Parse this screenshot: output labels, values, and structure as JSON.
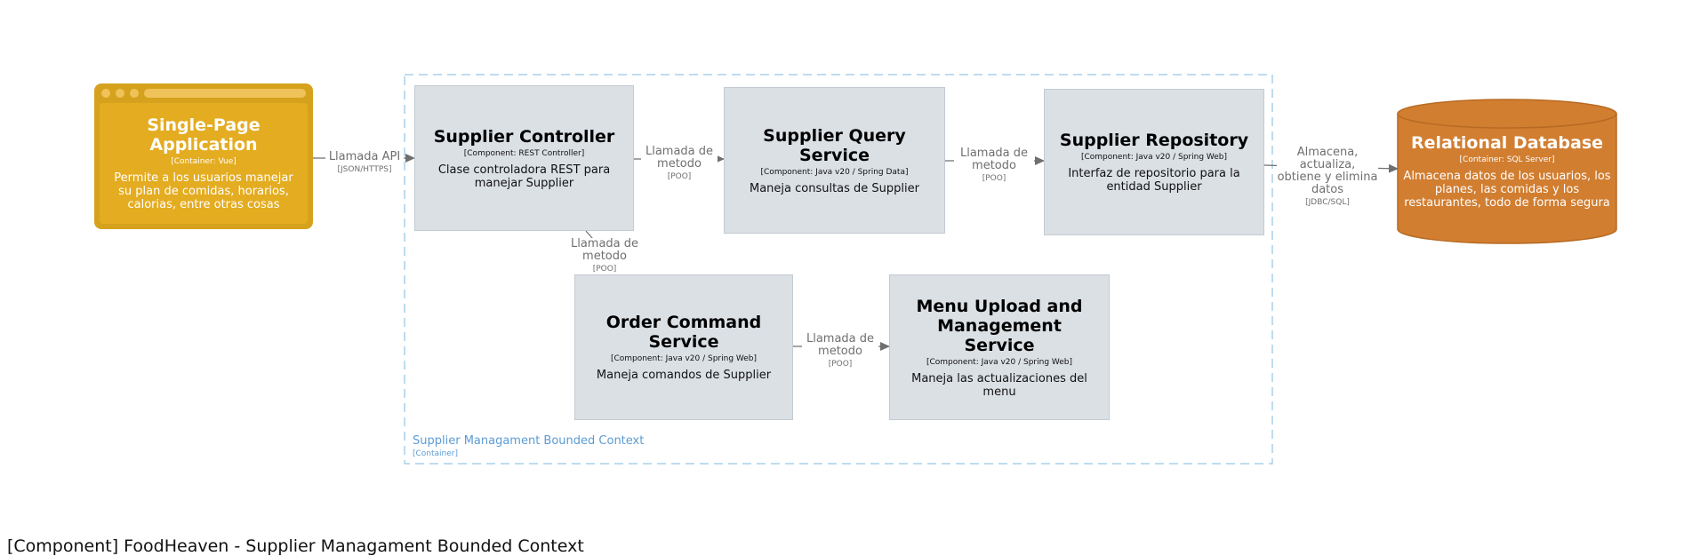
{
  "page_title": "[Component] FoodHeaven - Supplier Managament Bounded Context",
  "boundary": {
    "name": "Supplier Managament Bounded Context",
    "kind": "[Container]",
    "color": "#5b9bd5"
  },
  "nodes": {
    "spa": {
      "title": "Single-Page Application",
      "tech": "[Container: Vue]",
      "desc": "Permite a los usuarios manejar su plan de comidas, horarios, calorias, entre otras cosas",
      "color": "#d6a21d"
    },
    "supplier_controller": {
      "title": "Supplier Controller",
      "tech": "[Component: REST Controller]",
      "desc": "Clase controladora REST para manejar Supplier"
    },
    "supplier_query_service": {
      "title": "Supplier Query Service",
      "tech": "[Component: Java v20 / Spring Data]",
      "desc": "Maneja consultas de Supplier"
    },
    "supplier_repository": {
      "title": "Supplier Repository",
      "tech": "[Component: Java v20 / Spring Web]",
      "desc": "Interfaz de repositorio para la entidad Supplier"
    },
    "relational_database": {
      "title": "Relational Database",
      "tech": "[Container: SQL Server]",
      "desc": "Almacena datos de los usuarios, los planes, las comidas y los restaurantes, todo de forma segura",
      "color": "#d17e31"
    },
    "order_command_service": {
      "title": "Order Command Service",
      "tech": "[Component: Java v20 / Spring Web]",
      "desc": "Maneja comandos de Supplier"
    },
    "menu_upload_service": {
      "title": "Menu Upload and Management Service",
      "tech": "[Component: Java v20 / Spring Web]",
      "desc": "Maneja las actualizaciones del menu"
    }
  },
  "edges": {
    "spa_to_controller": {
      "label": "Llamada API",
      "tech": "[JSON/HTTPS]"
    },
    "controller_to_query": {
      "label": "Llamada de metodo",
      "tech": "[POO]"
    },
    "query_to_repository": {
      "label": "Llamada de metodo",
      "tech": "[POO]"
    },
    "repository_to_db": {
      "label": "Almacena, actualiza, obtiene y elimina datos",
      "tech": "[JDBC/SQL]"
    },
    "controller_to_order": {
      "label": "Llamada de metodo",
      "tech": "[POO]"
    },
    "order_to_menu": {
      "label": "Llamada de metodo",
      "tech": "[POO]"
    }
  }
}
